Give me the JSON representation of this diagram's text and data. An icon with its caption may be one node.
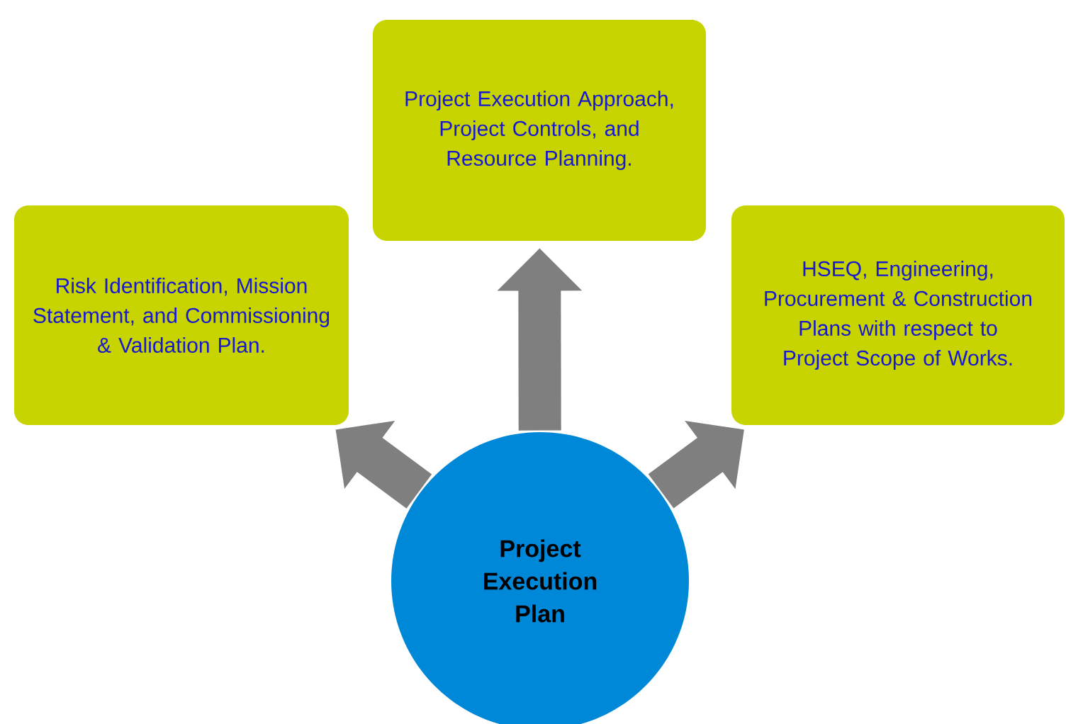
{
  "diagram": {
    "nodes": [
      {
        "text": [
          "Project Execution Approach, Project Controls, and Resource Planning."
        ]
      },
      {
        "text": [
          "Risk Identification, Mission Statement, and Commissioning & Validation Plan."
        ]
      },
      {
        "text": [
          "HSEQ, Engineering, Procurement & Construction Plans with respect to Project Scope of Works."
        ]
      },
      {
        "text": [
          "Project Execution Plan"
        ]
      }
    ],
    "edges": [
      {
        "from": 3,
        "to": 1,
        "arrow": "to"
      },
      {
        "from": 3,
        "to": 0,
        "arrow": "to"
      },
      {
        "from": 3,
        "to": 2,
        "arrow": "to"
      }
    ]
  }
}
